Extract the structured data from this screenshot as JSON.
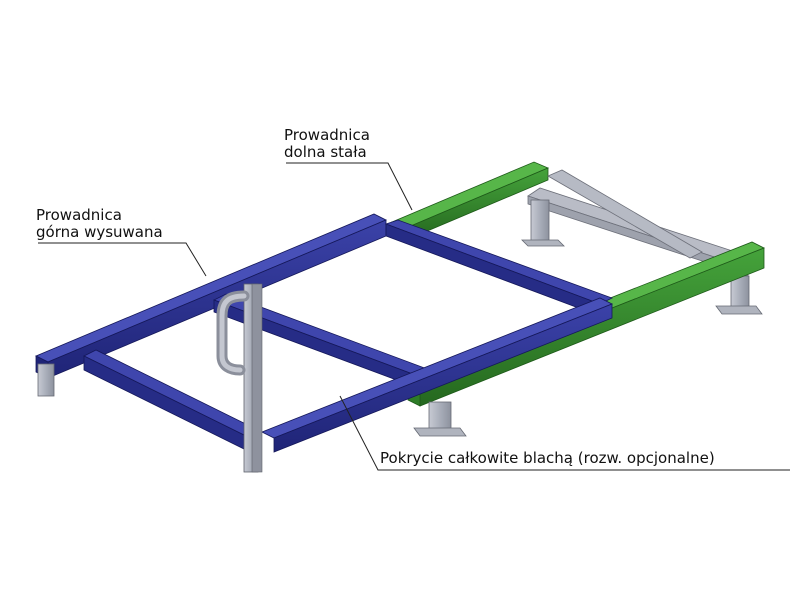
{
  "colors": {
    "upper_extendable_frame": "#2a2f8f",
    "lower_fixed_guide": "#2f7d2a",
    "steel_parts": "#a9adb8",
    "leader_lines": "#222222"
  },
  "labels": {
    "lower_guide": {
      "line1": "Prowadnica",
      "line2": "dolna stała"
    },
    "upper_guide": {
      "line1": "Prowadnica",
      "line2": "górna wysuwana"
    },
    "cover": {
      "text": "Pokrycie całkowite blachą (rozw. opcjonalne)"
    }
  }
}
